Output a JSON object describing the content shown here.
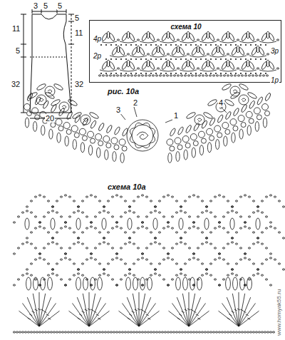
{
  "diagram": {
    "nodes": [
      {
        "text": [
          "схема 10",
          "4р",
          "3р",
          "2р",
          "1р"
        ]
      }
    ],
    "labels": [
      "3",
      "5",
      "5",
      "11",
      "5",
      "32",
      "5",
      "11",
      "32",
      "20",
      "рис. 10а",
      "3",
      "2",
      "1",
      "4",
      "схема 10а",
      "www.homyak55.ru"
    ]
  }
}
